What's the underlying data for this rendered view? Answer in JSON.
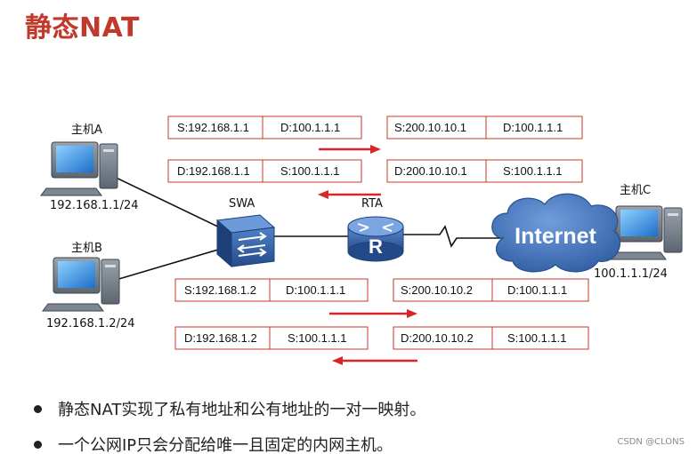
{
  "title": "静态NAT",
  "hosts": {
    "a": {
      "label": "主机A",
      "ip": "192.168.1.1/24"
    },
    "b": {
      "label": "主机B",
      "ip": "192.168.1.2/24"
    },
    "c": {
      "label": "主机C",
      "ip": "100.1.1.1/24"
    }
  },
  "devices": {
    "switch": "SWA",
    "router": "RTA",
    "router_glyph": "R",
    "cloud": "Internet"
  },
  "packets": {
    "top_left_out": {
      "src": "S:192.168.1.1",
      "dst": "D:100.1.1.1"
    },
    "top_right_out": {
      "src": "S:200.10.10.1",
      "dst": "D:100.1.1.1"
    },
    "top_left_back": {
      "dst": "D:192.168.1.1",
      "src": "S:100.1.1.1"
    },
    "top_right_back": {
      "dst": "D:200.10.10.1",
      "src": "S:100.1.1.1"
    },
    "bottom_left_out": {
      "src": "S:192.168.1.2",
      "dst": "D:100.1.1.1"
    },
    "bottom_right_out": {
      "src": "S:200.10.10.2",
      "dst": "D:100.1.1.1"
    },
    "bottom_left_back": {
      "dst": "D:192.168.1.2",
      "src": "S:100.1.1.1"
    },
    "bottom_right_back": {
      "dst": "D:200.10.10.2",
      "src": "S:100.1.1.1"
    }
  },
  "bullets": [
    "静态NAT实现了私有地址和公有地址的一对一映射。",
    "一个公网IP只会分配给唯一且固定的内网主机。"
  ],
  "watermark": "CSDN @CLONS",
  "colors": {
    "title": "#c0392b",
    "packet_border": "#c0392b",
    "arrow": "#d9252a",
    "device_blue": "#2e5fa6",
    "cloud_blue": "#3a6bb6"
  }
}
